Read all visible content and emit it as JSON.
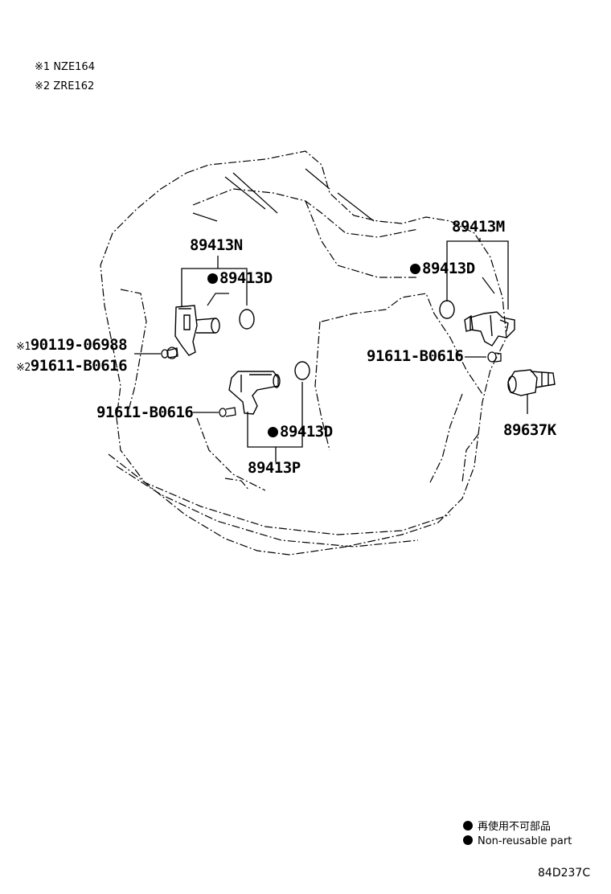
{
  "notes": [
    {
      "mark": "※1",
      "text": "NZE164"
    },
    {
      "mark": "※2",
      "text": "ZRE162"
    }
  ],
  "labels": {
    "n": "89413N",
    "d_left": "89413D",
    "m": "89413M",
    "d_right": "89413D",
    "bolt_1": "90119-06988",
    "bolt_2": "91611-B0616",
    "bolt_mid": "91611-B0616",
    "bolt_right": "91611-B0616",
    "d_mid": "89413D",
    "p": "89413P",
    "k": "89637K",
    "mark_1": "※1",
    "mark_2": "※2"
  },
  "legend": {
    "jp": "再使用不可部品",
    "en": "Non-reusable part"
  },
  "diagram_code": "84D237C"
}
